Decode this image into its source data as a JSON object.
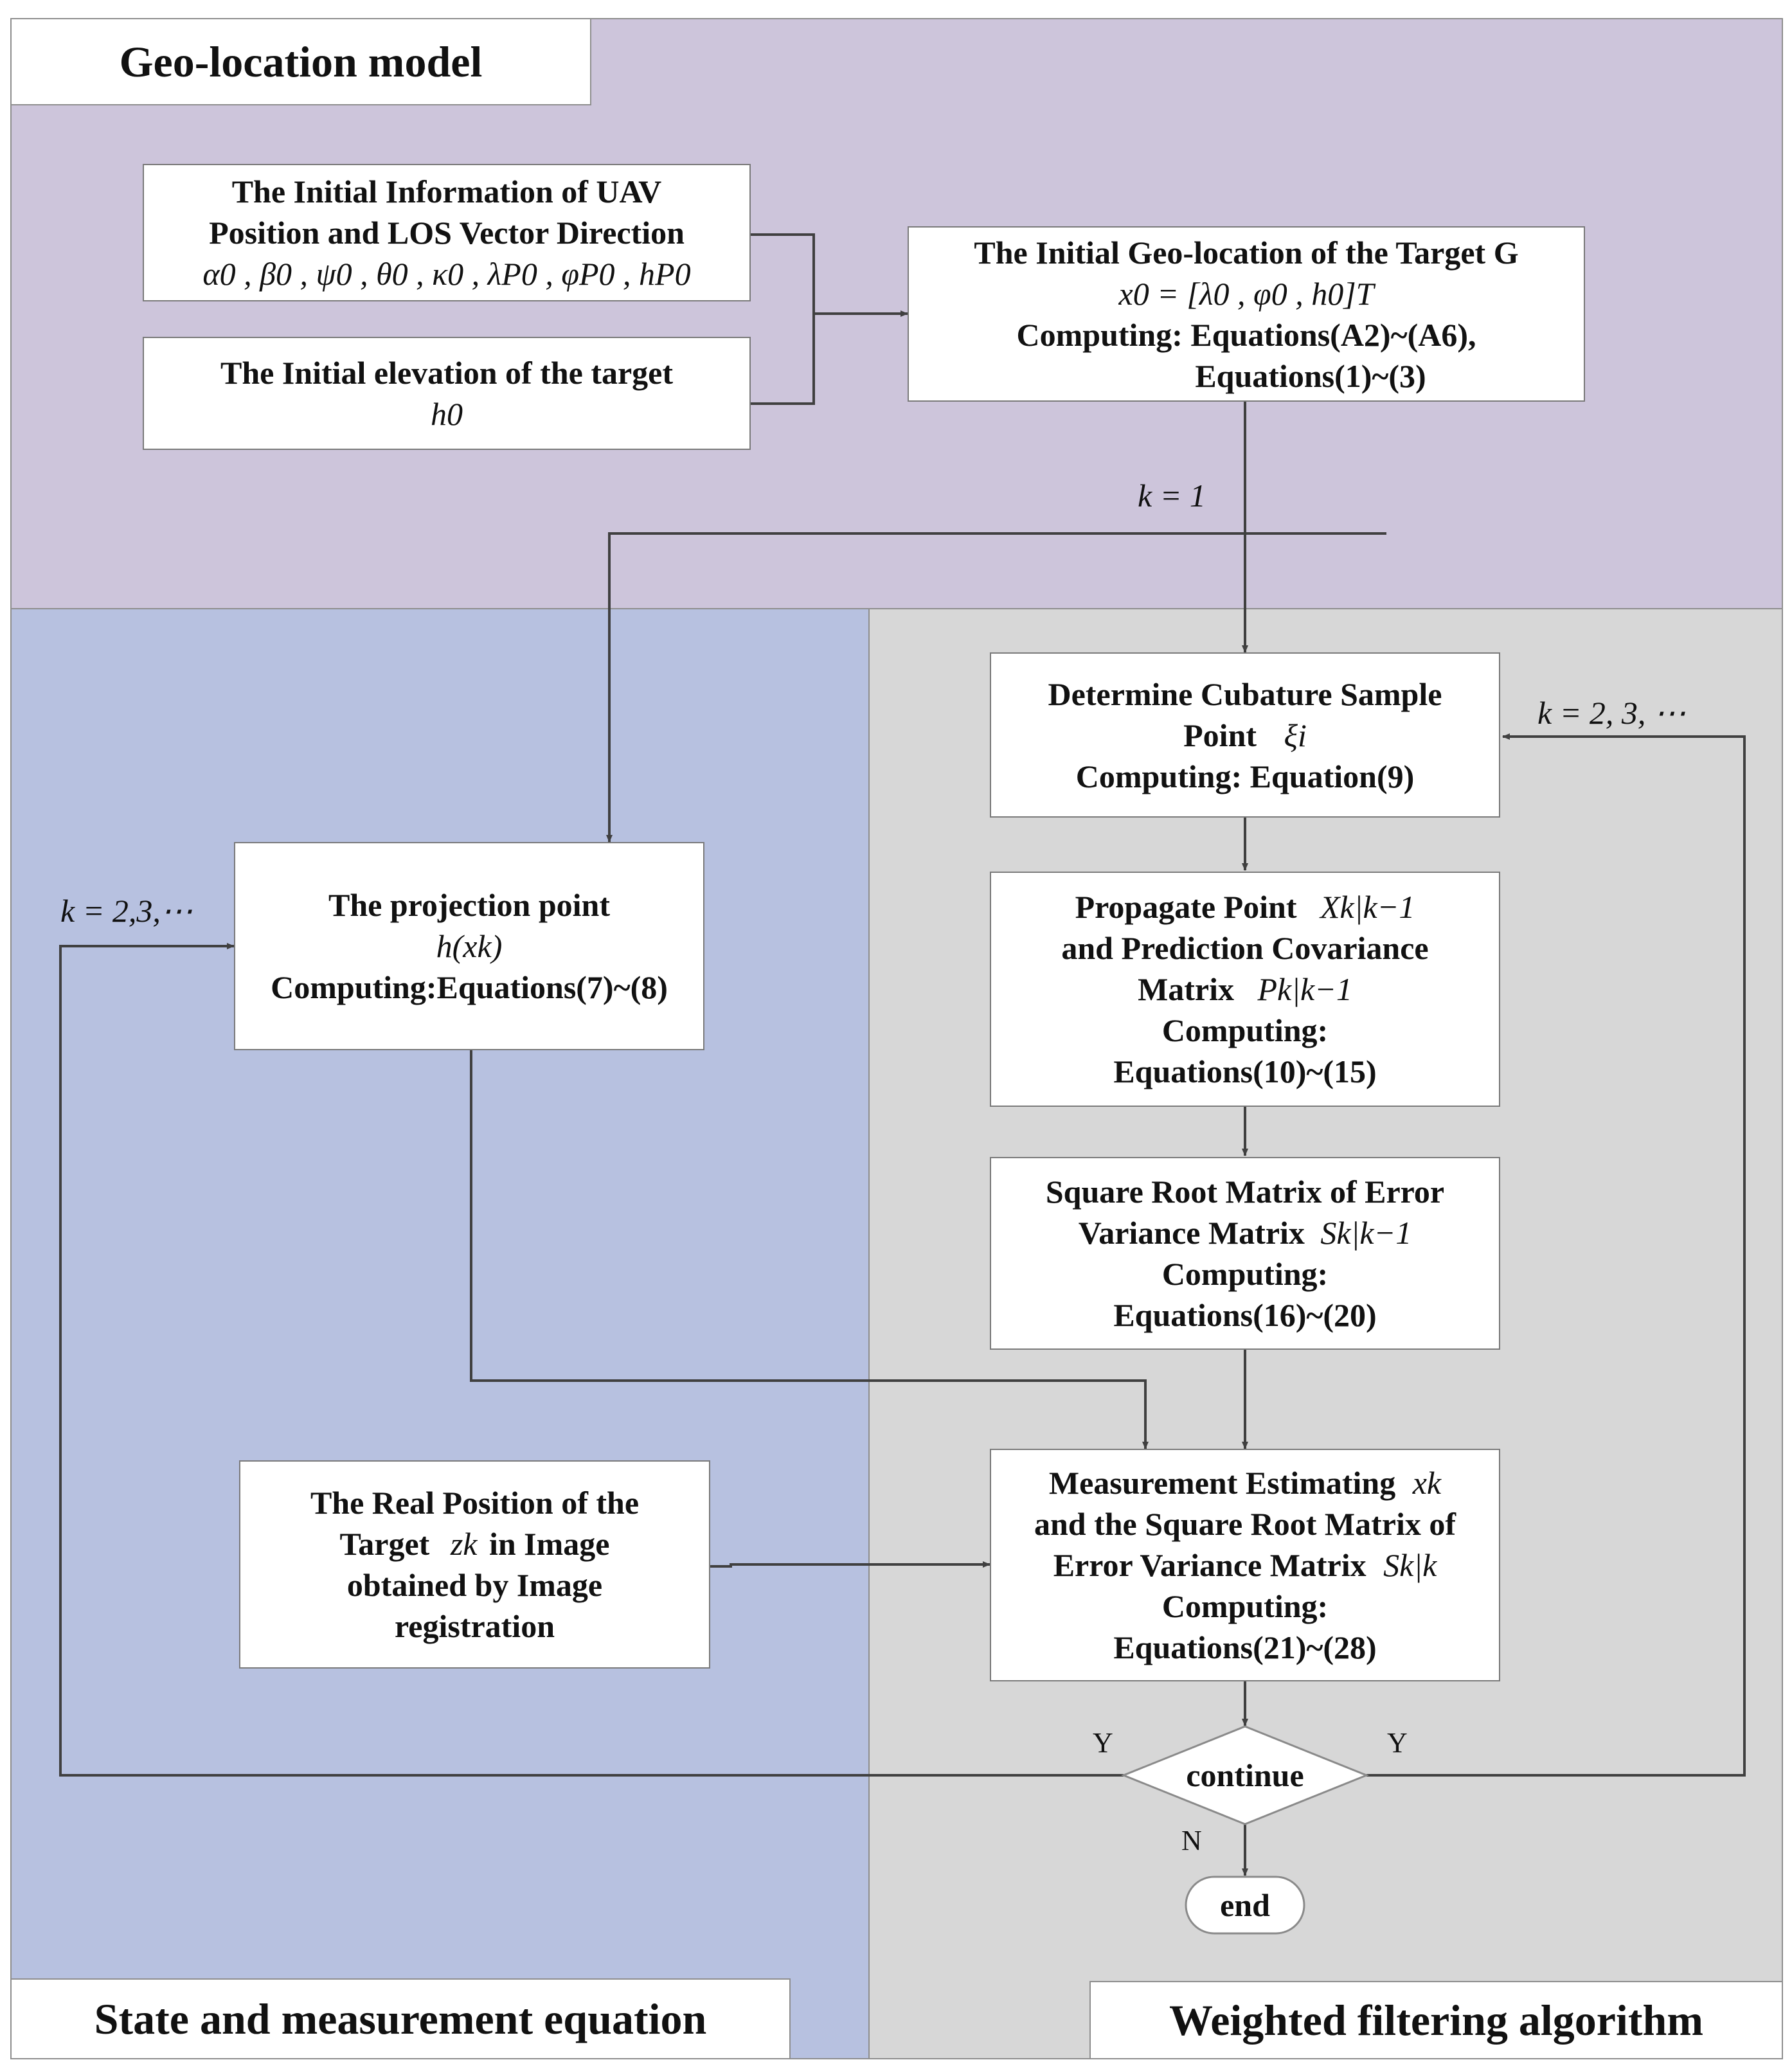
{
  "colors": {
    "geo_region": "#cdc5db",
    "state_region": "#b7c1e0",
    "filter_region": "#d7d7d7",
    "line": "#404040"
  },
  "regions": {
    "geo": {
      "title": "Geo-location model"
    },
    "state": {
      "title": "State and measurement equation"
    },
    "filter": {
      "title": "Weighted filtering algorithm"
    }
  },
  "boxes": {
    "initial_info": {
      "line1": "The Initial Information of UAV",
      "line2": "Position  and LOS Vector Direction",
      "math": "α0 , β0 , ψ0 , θ0 , κ0 , λP0 , φP0 , hP0"
    },
    "initial_elevation": {
      "line1": "The Initial  elevation of the target",
      "math": "h0"
    },
    "initial_geo": {
      "line1": "The Initial Geo-location of the Target G",
      "math": "x0 = [λ0 , φ0 , h0]T",
      "line3": "Computing: Equations(A2)~(A6),",
      "line4": "Equations(1)~(3)"
    },
    "cubature": {
      "line1": "Determine Cubature Sample",
      "line2": "Point",
      "math": "ξi",
      "line3": "Computing:  Equation(9)"
    },
    "propagate": {
      "line1": "Propagate Point",
      "math1": "Xk|k−1",
      "line2": "and Prediction Covariance",
      "line3": "Matrix",
      "math2": "Pk|k−1",
      "line4": "Computing:",
      "line5": "Equations(10)~(15)"
    },
    "sqrt_matrix": {
      "line1": "Square Root Matrix of  Error",
      "line2": "Variance Matrix",
      "math": "Sk|k−1",
      "line3": "Computing:",
      "line4": "Equations(16)~(20)"
    },
    "measurement": {
      "line1": "Measurement  Estimating",
      "math1": "xk",
      "line2": "and the Square Root Matrix of",
      "line3": "Error Variance Matrix",
      "math2": "Sk|k",
      "line4": "Computing:",
      "line5": "Equations(21)~(28)"
    },
    "projection": {
      "line1": "The projection point",
      "math": "h(xk)",
      "line3": "Computing:Equations(7)~(8)"
    },
    "real_position": {
      "line1": "The Real Position of the",
      "line2a": "Target",
      "math": "zk",
      "line2b": "in Image",
      "line3": "obtained  by Image",
      "line4": "registration"
    },
    "decision": {
      "label": "continue"
    },
    "end": {
      "label": "end"
    }
  },
  "annotations": {
    "k_equals_1": "k = 1",
    "k_loop_right": "k = 2, 3, ⋯",
    "k_loop_left": "k = 2,3,⋯",
    "yes_left": "Y",
    "yes_right": "Y",
    "no": "N"
  }
}
